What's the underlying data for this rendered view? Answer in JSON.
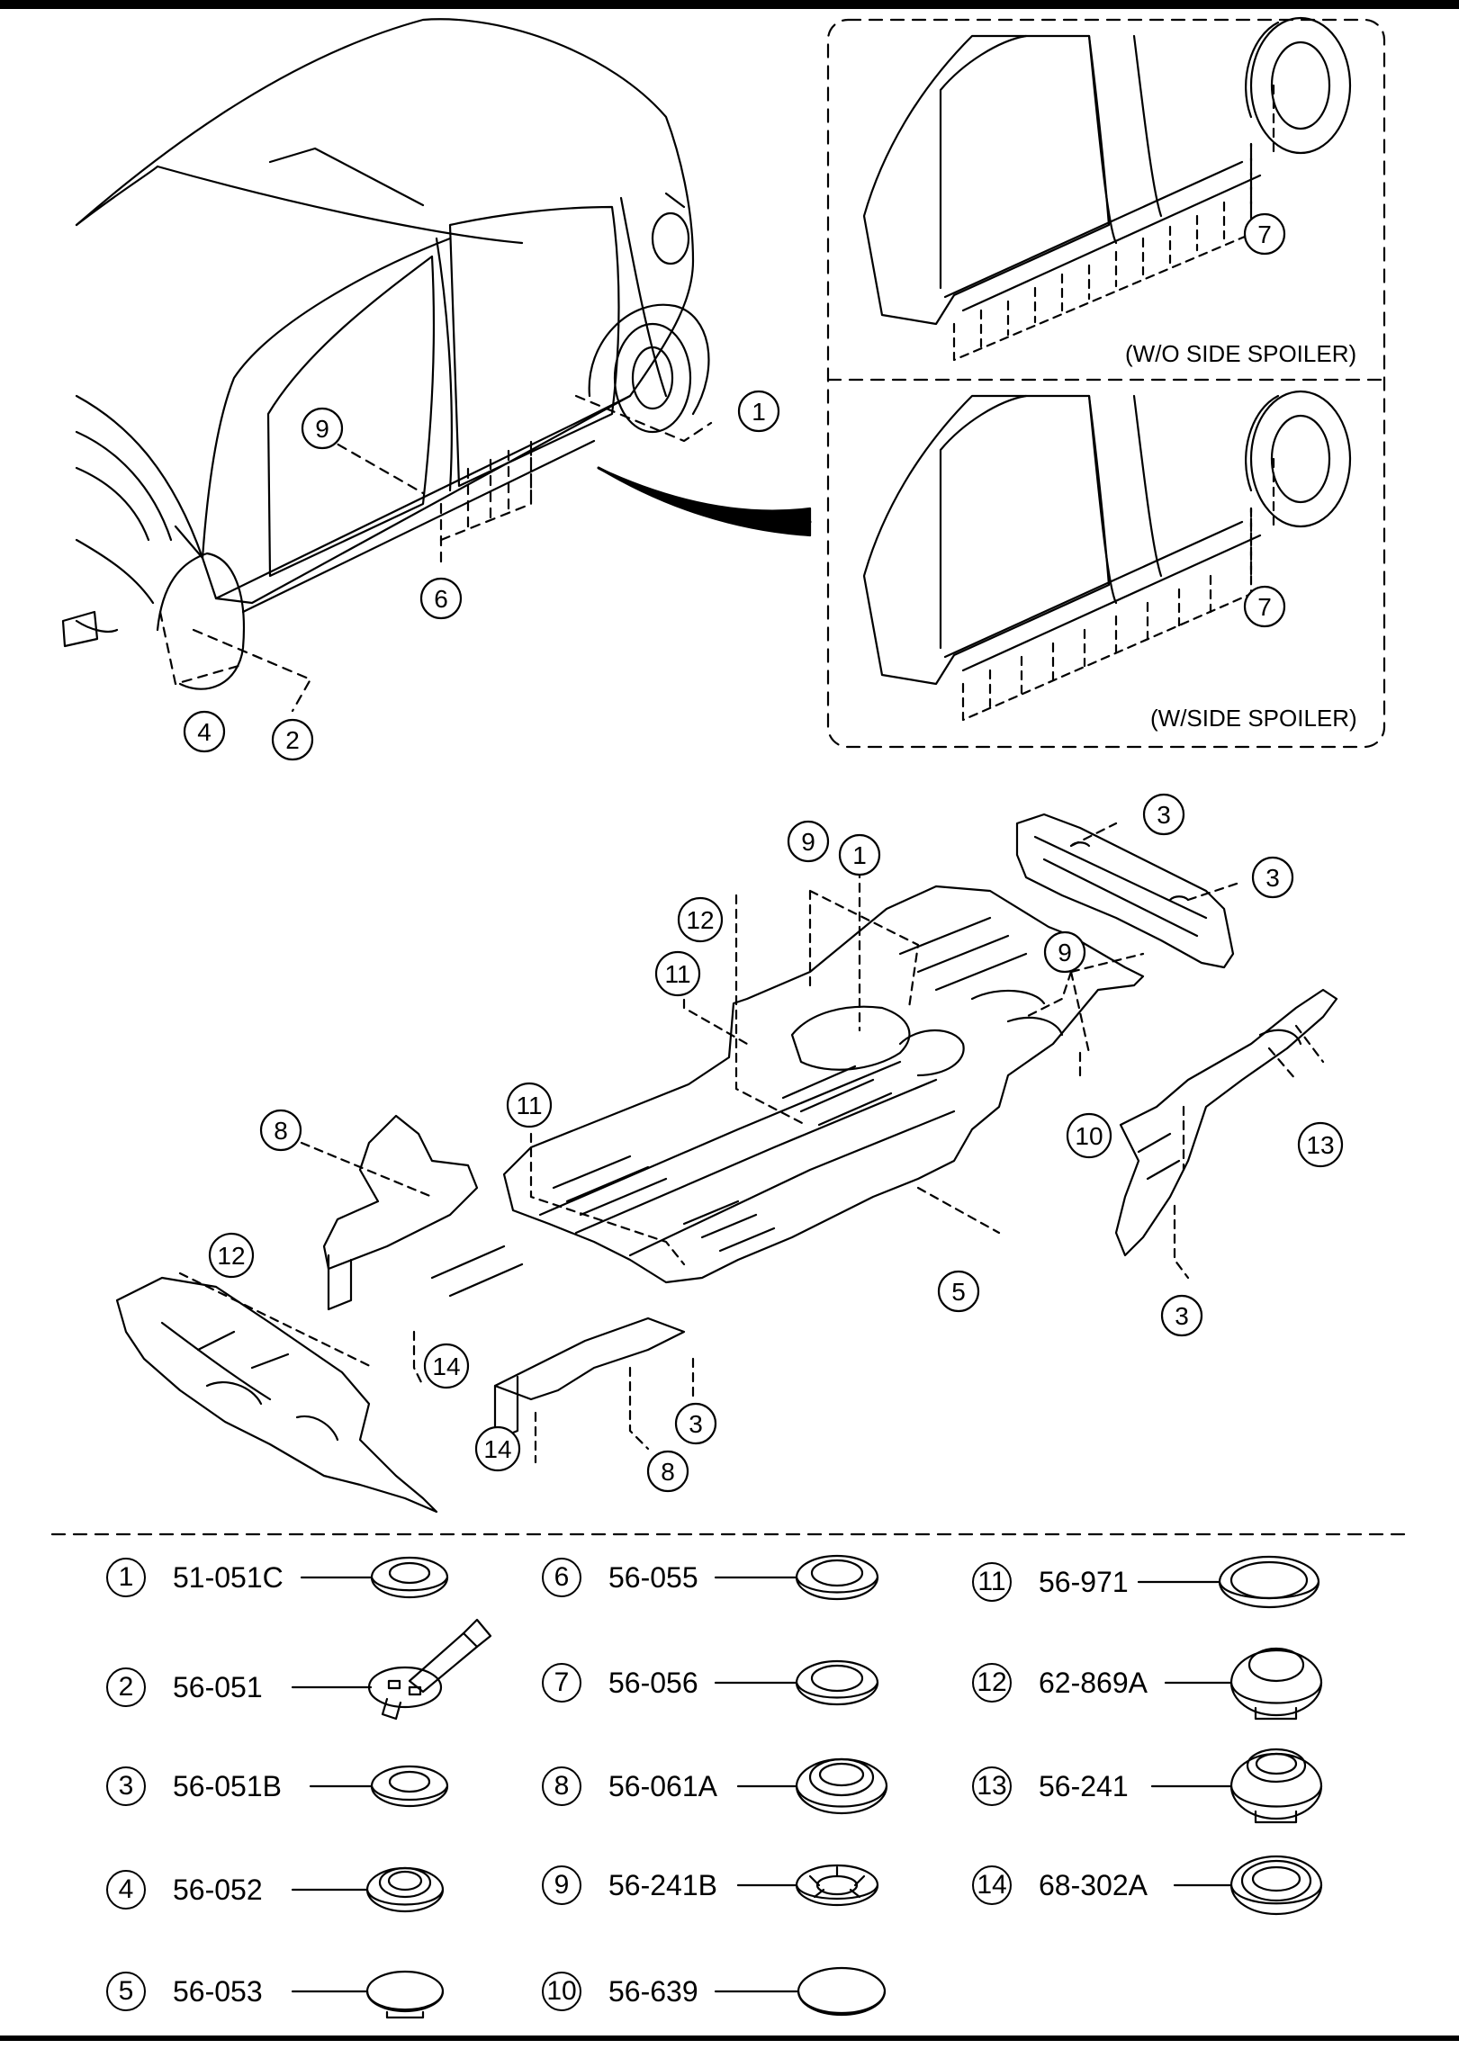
{
  "insets": {
    "top_caption": "(W/O SIDE SPOILER)",
    "bottom_caption": "(W/SIDE SPOILER)"
  },
  "callouts": {
    "n1": "1",
    "n2": "2",
    "n3": "3",
    "n4": "4",
    "n5": "5",
    "n6": "6",
    "n7": "7",
    "n8": "8",
    "n9": "9",
    "n10": "10",
    "n11": "11",
    "n12": "12",
    "n13": "13",
    "n14": "14"
  },
  "legend": [
    {
      "num": "1",
      "part": "51-051C"
    },
    {
      "num": "2",
      "part": "56-051"
    },
    {
      "num": "3",
      "part": "56-051B"
    },
    {
      "num": "4",
      "part": "56-052"
    },
    {
      "num": "5",
      "part": "56-053"
    },
    {
      "num": "6",
      "part": "56-055"
    },
    {
      "num": "7",
      "part": "56-056"
    },
    {
      "num": "8",
      "part": "56-061A"
    },
    {
      "num": "9",
      "part": "56-241B"
    },
    {
      "num": "10",
      "part": "56-639"
    },
    {
      "num": "11",
      "part": "56-971"
    },
    {
      "num": "12",
      "part": "62-869A"
    },
    {
      "num": "13",
      "part": "56-241"
    },
    {
      "num": "14",
      "part": "68-302A"
    }
  ],
  "icons": [
    "plug-cap-icon",
    "tool-plug-icon",
    "grommet-icon",
    "slotted-plug-icon",
    "flat-cap-icon"
  ]
}
